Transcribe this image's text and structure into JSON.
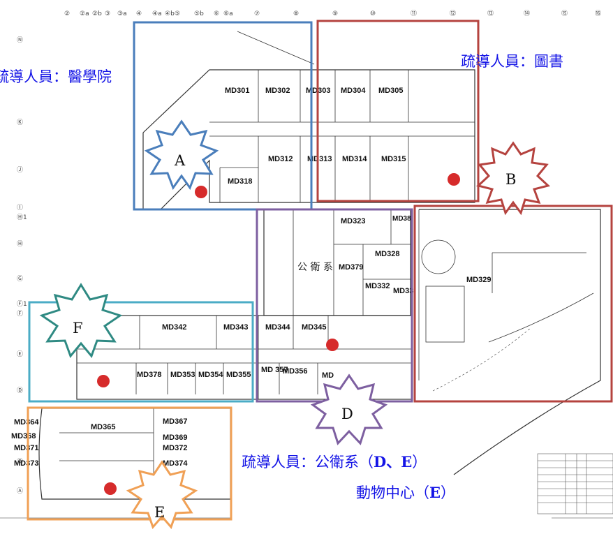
{
  "axis_top": [
    "②",
    "②a",
    "②b",
    "③",
    "③a",
    "④",
    "④a",
    "④b",
    "⑤",
    "⑤b",
    "⑥",
    "⑥a",
    "⑦",
    "⑧",
    "⑨",
    "⑩",
    "⑪",
    "⑫",
    "⑬",
    "⑭",
    "⑮",
    "⑯"
  ],
  "axis_left": [
    "Ⓝ",
    "Ⓚ",
    "Ⓙ",
    "Ⓘ",
    "Ⓗ1",
    "Ⓗ",
    "Ⓖ",
    "Ⓕ1",
    "Ⓕ",
    "Ⓔ",
    "Ⓓ",
    "Ⓑ",
    "Ⓐ"
  ],
  "rooms": [
    "MD301",
    "MD302",
    "MD303",
    "MD304",
    "MD305",
    "MD312",
    "MD313",
    "MD314",
    "MD315",
    "MD318",
    "MD323",
    "MD38",
    "MD328",
    "MD379",
    "MD332",
    "MD33",
    "MD329",
    "MD342",
    "MD343",
    "MD344",
    "MD345",
    "MD378",
    "MD353",
    "MD354",
    "MD355",
    "MD 357",
    "MD356",
    "MD",
    "MD364",
    "MD368",
    "MD371",
    "MD373",
    "MD365",
    "MD367",
    "MD369",
    "MD372",
    "MD374"
  ],
  "zones": {
    "A": {
      "label": "A",
      "color": "#4a7ebb"
    },
    "B": {
      "label": "B",
      "color": "#b5433f"
    },
    "D": {
      "label": "D",
      "color": "#7d5fa0"
    },
    "E": {
      "label": "E",
      "color": "#f0a055"
    },
    "F": {
      "label": "F",
      "color": "#4bacc6"
    }
  },
  "guides": {
    "medicine": "疏導人員：醫學院",
    "library": "疏導人員：圖書",
    "public_health_prefix": "疏導人員：公衛系（",
    "public_health_letters": "D、E",
    "public_health_suffix": "）",
    "animal_prefix": "動物中心（",
    "animal_letter": "E",
    "animal_suffix": "）"
  },
  "public_health_label": "公 衛 系",
  "colors": {
    "guide_text": "#1414e6",
    "assembly_dot": "#d62b2b"
  }
}
